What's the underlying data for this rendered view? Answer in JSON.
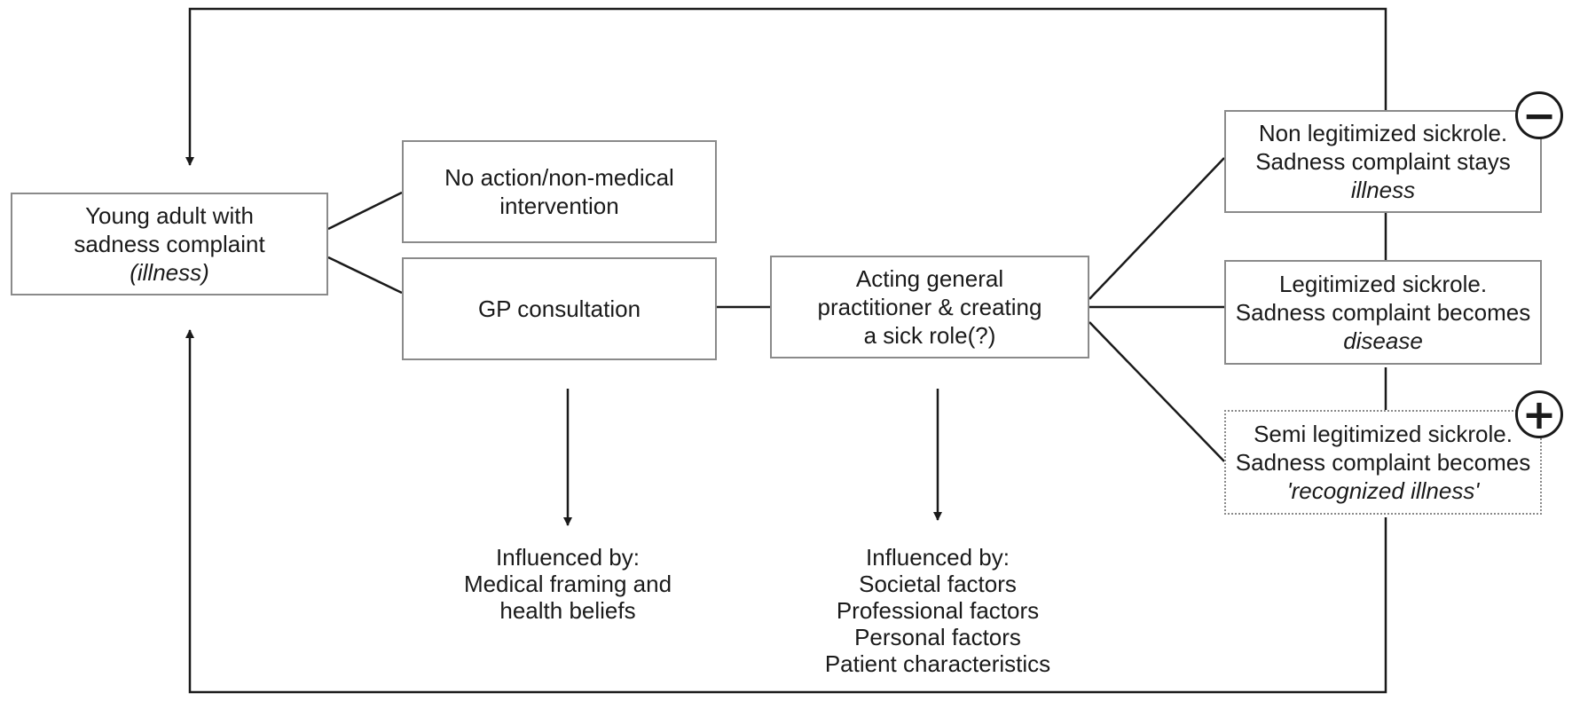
{
  "nodes": {
    "young_adult": {
      "line1": "Young adult with",
      "line2": "sadness complaint",
      "line3": "(illness)"
    },
    "no_action": {
      "line1": "No action/non-medical",
      "line2": "intervention"
    },
    "gp_consultation": {
      "line1": "GP consultation"
    },
    "acting_gp": {
      "line1": "Acting general",
      "line2": "practitioner & creating",
      "line3": "a sick role(?)"
    },
    "non_legitimized": {
      "line1": "Non legitimized sickrole.",
      "line2": "Sadness complaint stays",
      "line3": "illness"
    },
    "legitimized": {
      "line1": "Legitimized sickrole.",
      "line2": "Sadness complaint becomes",
      "line3": "disease"
    },
    "semi_legitimized": {
      "line1": "Semi legitimized sickrole.",
      "line2": "Sadness complaint becomes",
      "line3": "'recognized illness'"
    }
  },
  "influences": {
    "gp": {
      "line1": "Influenced by:",
      "line2": "Medical framing and",
      "line3": "health beliefs"
    },
    "acting": {
      "line1": "Influenced by:",
      "line2": "Societal factors",
      "line3": "Professional factors",
      "line4": "Personal factors",
      "line5": "Patient characteristics"
    }
  },
  "signs": {
    "minus": "−",
    "plus": "+"
  },
  "colors": {
    "line": "#1a1a1a",
    "box_border": "#8a8a8a"
  }
}
